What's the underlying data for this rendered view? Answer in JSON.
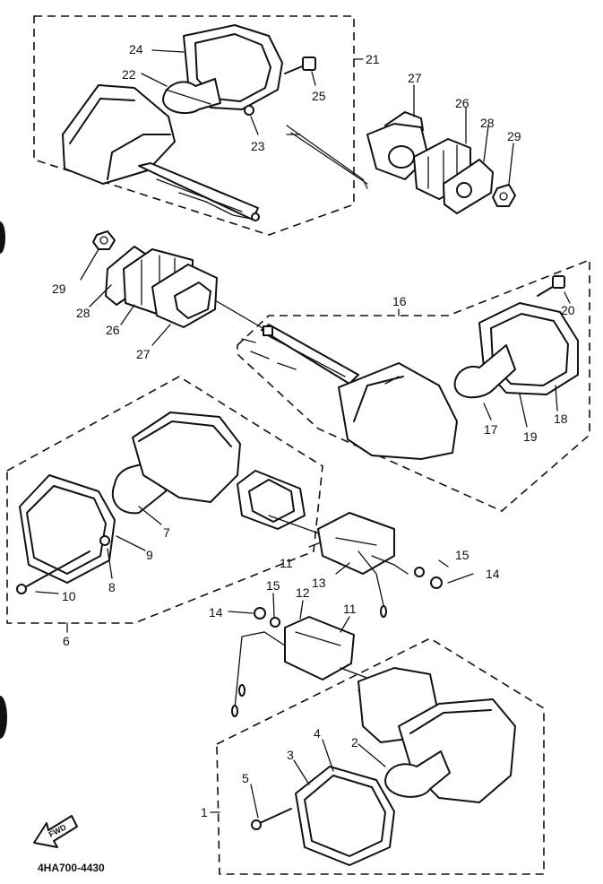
{
  "diagram": {
    "caption": "4HA700-4430",
    "direction_label": "FWD",
    "part_numbers": {
      "p1": "1",
      "p2": "2",
      "p3": "3",
      "p4": "4",
      "p5": "5",
      "p6": "6",
      "p7": "7",
      "p8": "8",
      "p9": "9",
      "p10": "10",
      "p11a": "11",
      "p11b": "11",
      "p12": "12",
      "p13": "13",
      "p14a": "14",
      "p14b": "14",
      "p15a": "15",
      "p15b": "15",
      "p16": "16",
      "p17": "17",
      "p18": "18",
      "p19": "19",
      "p20": "20",
      "p21": "21",
      "p22": "22",
      "p23": "23",
      "p24": "24",
      "p25": "25",
      "p26a": "26",
      "p26b": "26",
      "p27a": "27",
      "p27b": "27",
      "p28a": "28",
      "p28b": "28",
      "p29a": "29",
      "p29b": "29"
    }
  }
}
